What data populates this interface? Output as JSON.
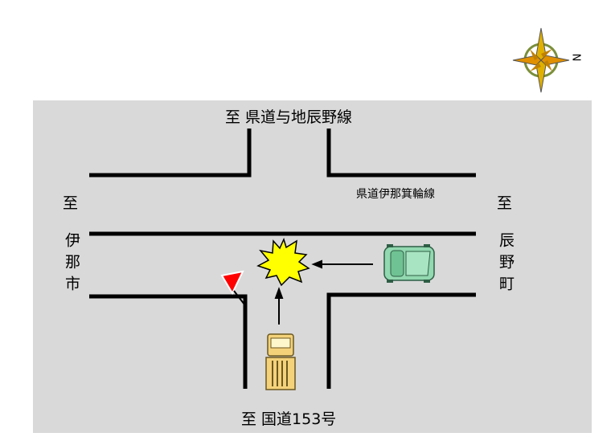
{
  "compass": {
    "icon": "compass-rose-icon",
    "north_label": "N"
  },
  "labels": {
    "north": "至 県道与地辰野線",
    "south": "至 国道153号",
    "west_to": "至",
    "west_place": "伊那市",
    "east_to": "至",
    "east_place": "辰野町",
    "east_road": "県道伊那箕輪線"
  },
  "markers": {
    "stop_sign": "stop-sign-icon",
    "collision": "collision-burst-icon",
    "vehicle_a": "truck-icon",
    "vehicle_b": "car-icon"
  },
  "colors": {
    "map_bg": "#d9d9d9",
    "collision": "#ffff00",
    "stop_sign": "#ff0000",
    "car": "#92d8b0",
    "truck": "#f4d27a",
    "compass": "#c9a800"
  }
}
